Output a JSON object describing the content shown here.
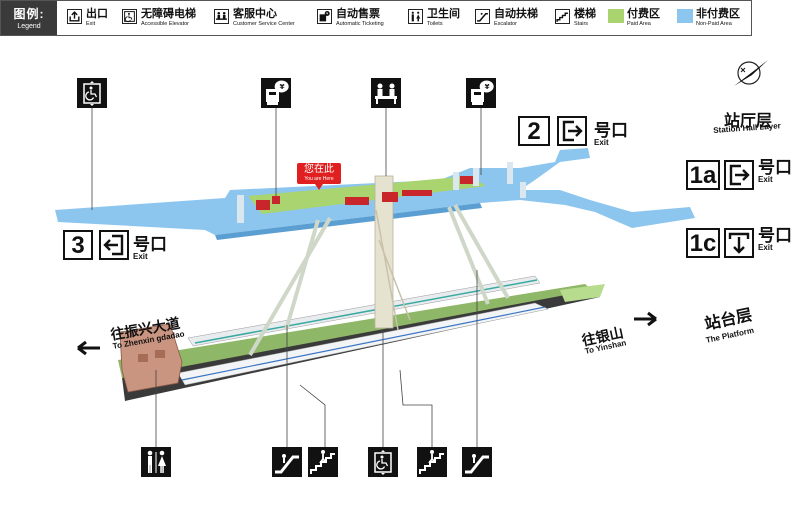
{
  "legend": {
    "title_zh": "图例:",
    "title_en": "Legend",
    "items": [
      {
        "zh": "出口",
        "en": "Exit",
        "icon": "exit-icon"
      },
      {
        "zh": "无障碍电梯",
        "en": "Accessible Elevator",
        "icon": "accessible-elevator-icon"
      },
      {
        "zh": "客服中心",
        "en": "Customer Service Center",
        "icon": "customer-service-icon"
      },
      {
        "zh": "自动售票",
        "en": "Automatic Ticketing",
        "icon": "ticket-machine-icon"
      },
      {
        "zh": "卫生间",
        "en": "Toilets",
        "icon": "toilet-icon"
      },
      {
        "zh": "自动扶梯",
        "en": "Escalator",
        "icon": "escalator-icon"
      },
      {
        "zh": "楼梯",
        "en": "Stairs",
        "icon": "stairs-icon"
      },
      {
        "zh": "付费区",
        "en": "Paid Area",
        "color": "#a9d46f"
      },
      {
        "zh": "非付费区",
        "en": "Non-Paid Area",
        "color": "#8cc6ee"
      }
    ]
  },
  "exits": {
    "e2": {
      "num": "2",
      "zh": "号口",
      "en": "Exit"
    },
    "e3": {
      "num": "3",
      "zh": "号口",
      "en": "Exit"
    },
    "e1a": {
      "num": "1a",
      "zh": "号口",
      "en": "Exit"
    },
    "e1c": {
      "num": "1c",
      "zh": "号口",
      "en": "Exit"
    }
  },
  "layers": {
    "hall_zh": "站厅层",
    "hall_en": "Station Hall Layer",
    "platform_zh": "站台层",
    "platform_en": "The Platform"
  },
  "directions": {
    "left_zh": "往振兴大道",
    "left_en": "To Zhenxin gdadao",
    "right_zh": "往银山",
    "right_en": "To Yinshan"
  },
  "you_are_here": {
    "zh": "您在此",
    "en": "You are Here"
  },
  "colors": {
    "paid": "#a9d46f",
    "nonpaid": "#8cc6ee",
    "marker": "#e02020"
  }
}
